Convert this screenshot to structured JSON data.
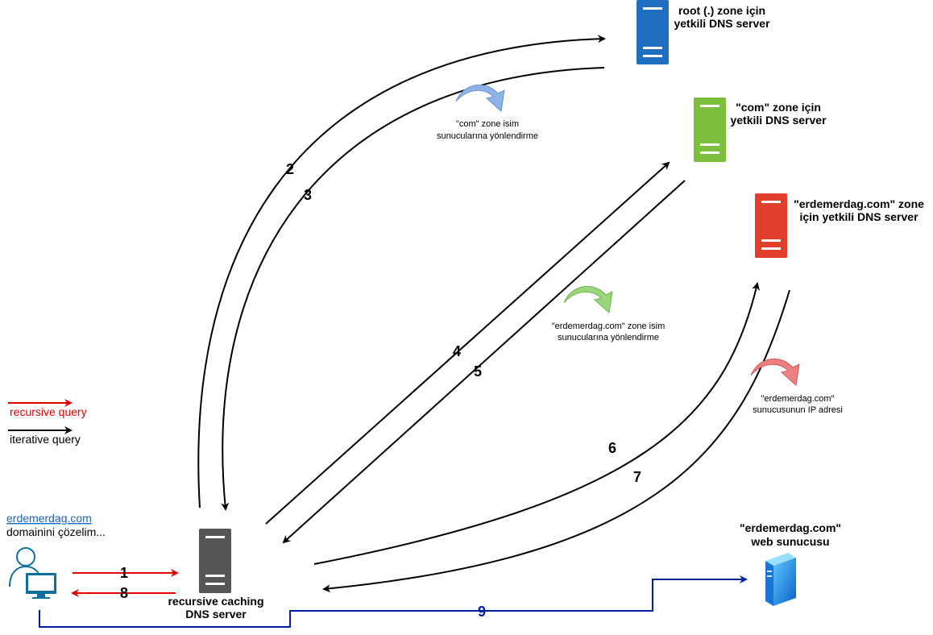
{
  "servers": {
    "root": {
      "line1": "root (.) zone için",
      "line2": "yetkili DNS server",
      "color": "#1e6fbf"
    },
    "com": {
      "line1": "\"com\" zone için",
      "line2": "yetkili DNS server",
      "color": "#7cbf3a"
    },
    "erdemerdag": {
      "line1": "\"erdemerdag.com\" zone",
      "line2": "için yetkili DNS server",
      "color": "#e0402b"
    },
    "recursive": {
      "line1": "recursive caching",
      "line2": "DNS server",
      "color": "#555555"
    },
    "web": {
      "line1": "\"erdemerdag.com\"",
      "line2": "web sunucusu"
    }
  },
  "annotations": {
    "com_referral": {
      "line1": "\"com\" zone isim",
      "line2": "sunucularına yönlendirme",
      "color": "#7aa7e0"
    },
    "erdemerdag_referral": {
      "line1": "\"erdemerdag.com\" zone isim",
      "line2": "sunucularına yönlendirme",
      "color": "#8cd06b"
    },
    "ip_answer": {
      "line1": "\"erdemerdag.com\"",
      "line2": "sunucusunun IP adresi",
      "color": "#e86b6b"
    }
  },
  "client": {
    "link": "erdemerdag.com",
    "text": "domainini çözelim..."
  },
  "legend": {
    "recursive": "recursive query",
    "iterative": "iterative query",
    "recursive_color": "#e00000",
    "iterative_color": "#000000"
  },
  "steps": [
    "1",
    "8",
    "2",
    "3",
    "4",
    "5",
    "6",
    "7",
    "9"
  ],
  "colors": {
    "final_path": "#001fa0"
  }
}
